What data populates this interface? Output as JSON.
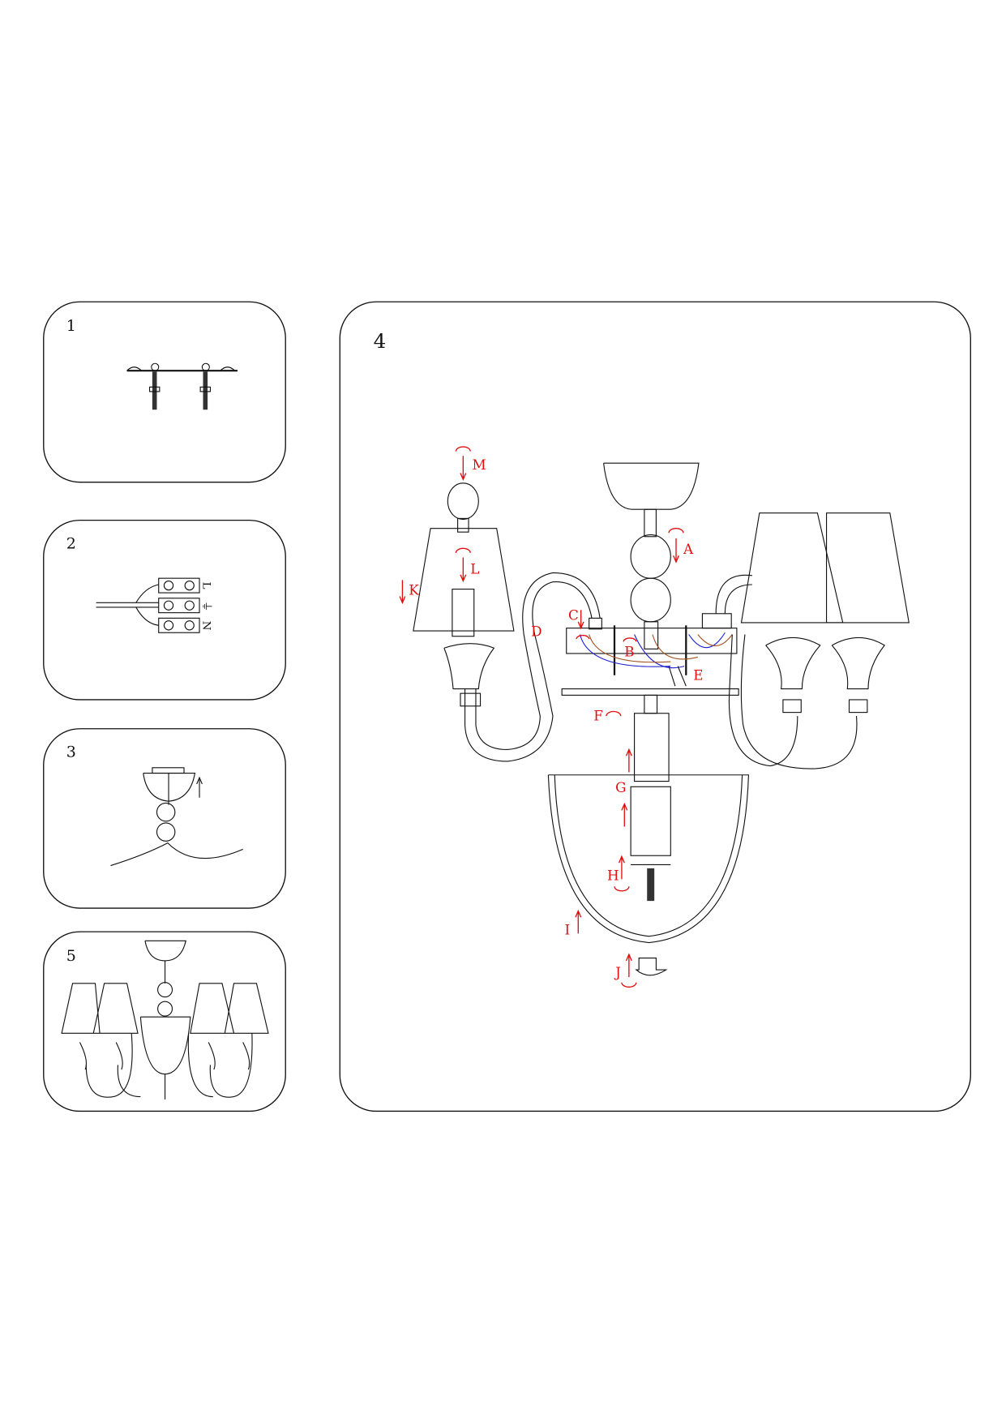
{
  "panels": [
    {
      "number": "1"
    },
    {
      "number": "2",
      "terminal_labels": [
        "L",
        "⏚",
        "N"
      ]
    },
    {
      "number": "3"
    },
    {
      "number": "4"
    },
    {
      "number": "5"
    }
  ],
  "step_labels": {
    "A": "A",
    "B": "B",
    "C": "C",
    "D": "D",
    "E": "E",
    "F": "F",
    "G": "G",
    "H": "H",
    "I": "I",
    "J": "J",
    "K": "K",
    "L": "L",
    "M": "M"
  },
  "colors": {
    "label": "#e01010",
    "wire_blue": "#2020d0",
    "wire_brown": "#a05020",
    "line": "#111111"
  }
}
